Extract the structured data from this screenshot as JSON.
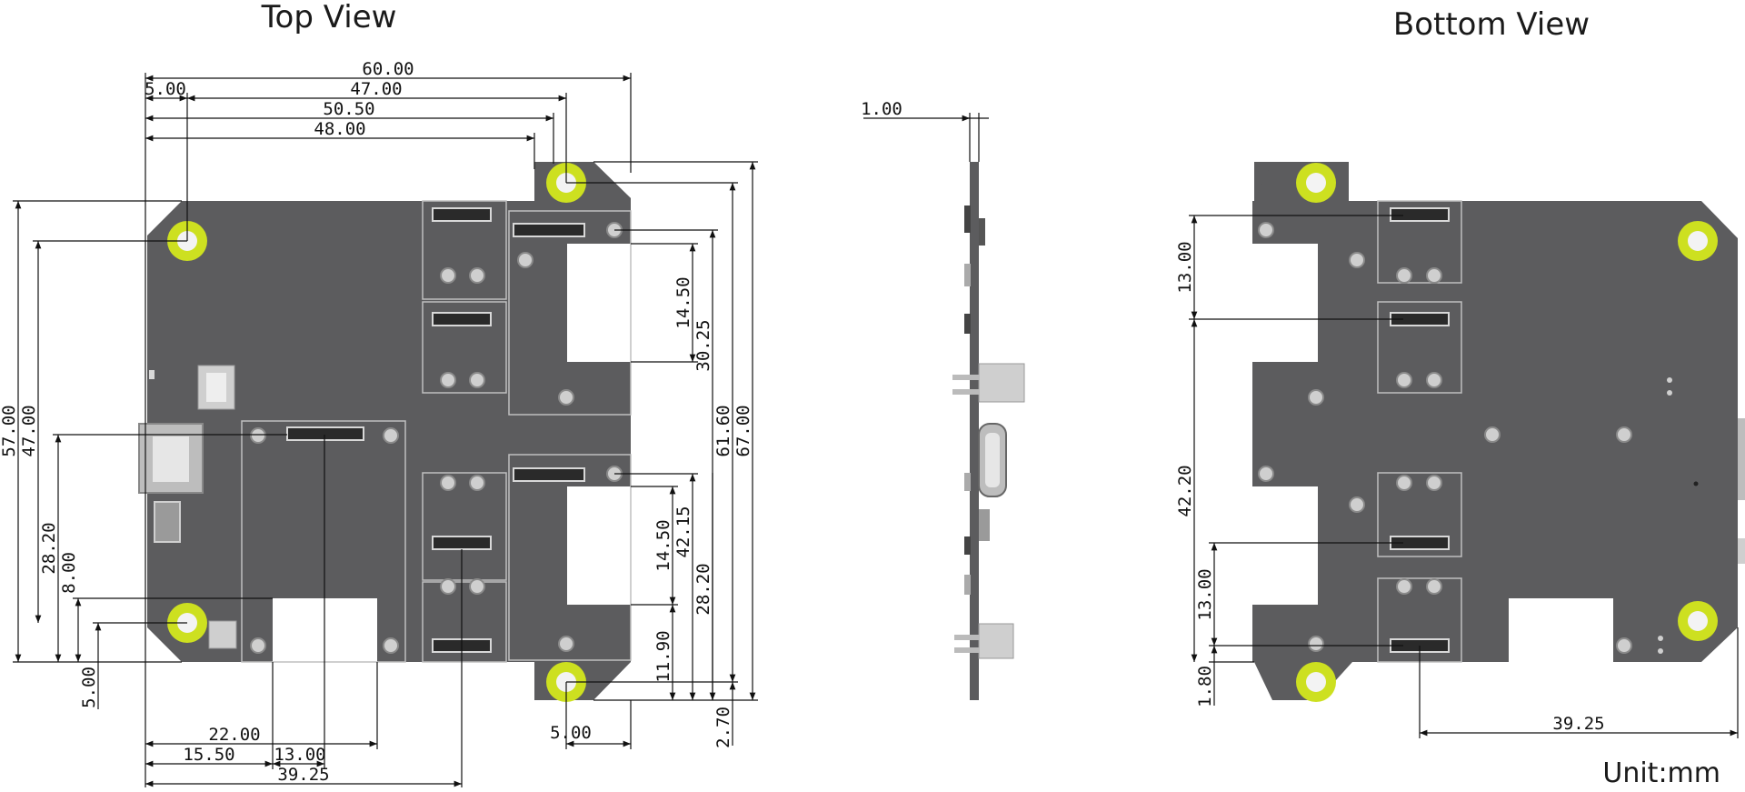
{
  "titles": {
    "top": "Top View",
    "bottom": "Bottom View",
    "unit": "Unit:mm"
  },
  "colors": {
    "board": "#5c5c5e",
    "mounting_hole": "#cde020",
    "cutout": "#ffffff",
    "dimension_line": "#111111"
  },
  "dims_top": {
    "w60": "60.00",
    "w5": "5.00",
    "w47": "47.00",
    "w50_5": "50.50",
    "w48": "48.00",
    "h57": "57.00",
    "h47": "47.00",
    "h28_2_left": "28.20",
    "h8": "8.00",
    "h5": "5.00",
    "r14_5_a": "14.50",
    "r30_25": "30.25",
    "r61_6": "61.60",
    "r67": "67.00",
    "r14_5_b": "14.50",
    "r42_15": "42.15",
    "r28_2": "28.20",
    "r11_9": "11.90",
    "r2_7": "2.70",
    "b5": "5.00",
    "b22": "22.00",
    "b15_5": "15.50",
    "b13": "13.00",
    "b39_25": "39.25"
  },
  "dims_side": {
    "thickness": "1.00"
  },
  "dims_bottom": {
    "l13_a": "13.00",
    "l42_2": "42.20",
    "l13_b": "13.00",
    "l1_8": "1.80",
    "b39_25": "39.25"
  }
}
